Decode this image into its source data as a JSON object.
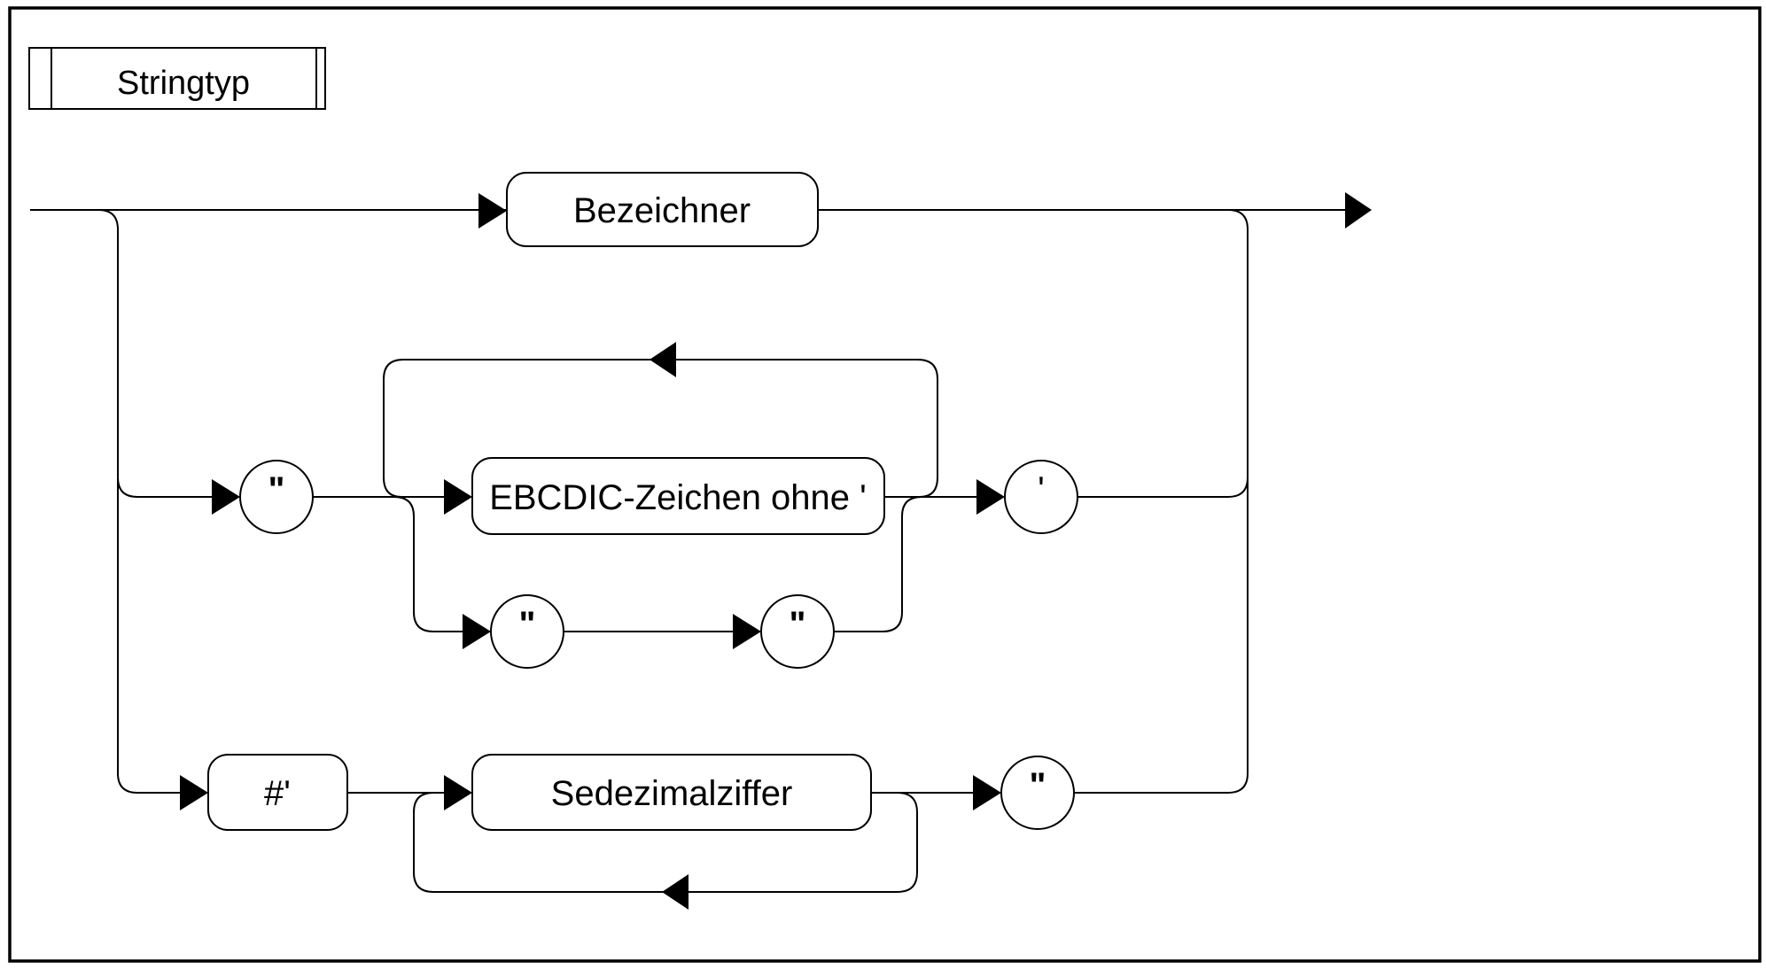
{
  "diagram": {
    "title": "Stringtyp",
    "colors": {
      "line": "#000000",
      "background": "#ffffff",
      "text": "#000000"
    },
    "branches": {
      "identifier": {
        "label": "Bezeichner"
      },
      "cstring": {
        "open_quote": "\"",
        "content": "EBCDIC-Zeichen ohne '",
        "escape_quote_1": "\"",
        "escape_quote_2": "\"",
        "close_quote": "'"
      },
      "xstring": {
        "prefix": "#'",
        "content": "Sedezimalziffer",
        "close_quote": "\""
      }
    }
  }
}
